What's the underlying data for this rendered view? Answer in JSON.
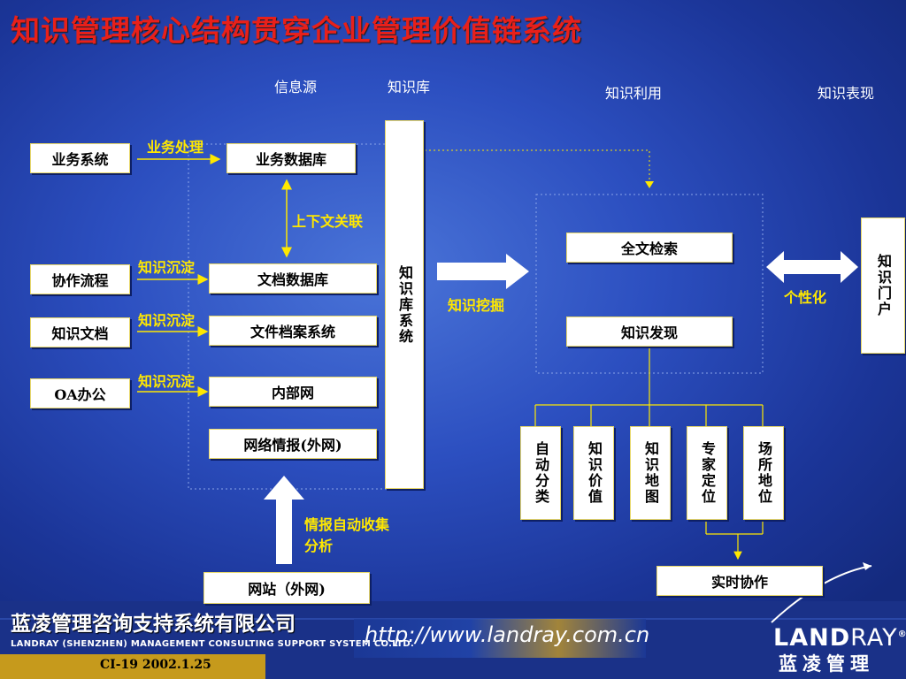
{
  "title": "知识管理核心结构贯穿企业管理价值链系统",
  "headers": {
    "source": "信息源",
    "repo": "知识库",
    "use": "知识利用",
    "present": "知识表现"
  },
  "left_boxes": {
    "biz_system": "业务系统",
    "collab": "协作流程",
    "docs": "知识文档",
    "oa": "OA办公"
  },
  "center_boxes": {
    "biz_db": "业务数据库",
    "doc_db": "文档数据库",
    "file_sys": "文件档案系统",
    "intranet": "内部网",
    "web_intel": "网络情报(外网)",
    "website": "网站（外网)"
  },
  "kb_system": "知识库系统",
  "labels": {
    "biz_proc": "业务处理",
    "context": "上下文关联",
    "sediment1": "知识沉淀",
    "sediment2": "知识沉淀",
    "sediment3": "知识沉淀",
    "intel_line1": "情报自动收集",
    "intel_line2": "分析",
    "mining": "知识挖掘",
    "personal": "个性化"
  },
  "right_boxes": {
    "fulltext": "全文检索",
    "discovery": "知识发现",
    "realtime": "实时协作",
    "portal": "知识门户"
  },
  "sub_items": [
    "自动分类",
    "知识价值",
    "知识地图",
    "专家定位",
    "场所地位"
  ],
  "footer": {
    "company": "蓝凌管理咨询支持系统有限公司",
    "company_en": "LANDRAY (SHENZHEN) MANAGEMENT CONSULTING SUPPORT SYSTEM CO.LTD.",
    "url": "http://www.landray.com.cn",
    "slide_id": "CI-19  2002.1.25",
    "logo_en_a": "LAND",
    "logo_en_b": "RAY",
    "logo_reg": "®",
    "logo_cn": "蓝凌管理"
  },
  "colors": {
    "title": "#e8201a",
    "label": "#ffe800",
    "background": "#2c4fc0"
  }
}
